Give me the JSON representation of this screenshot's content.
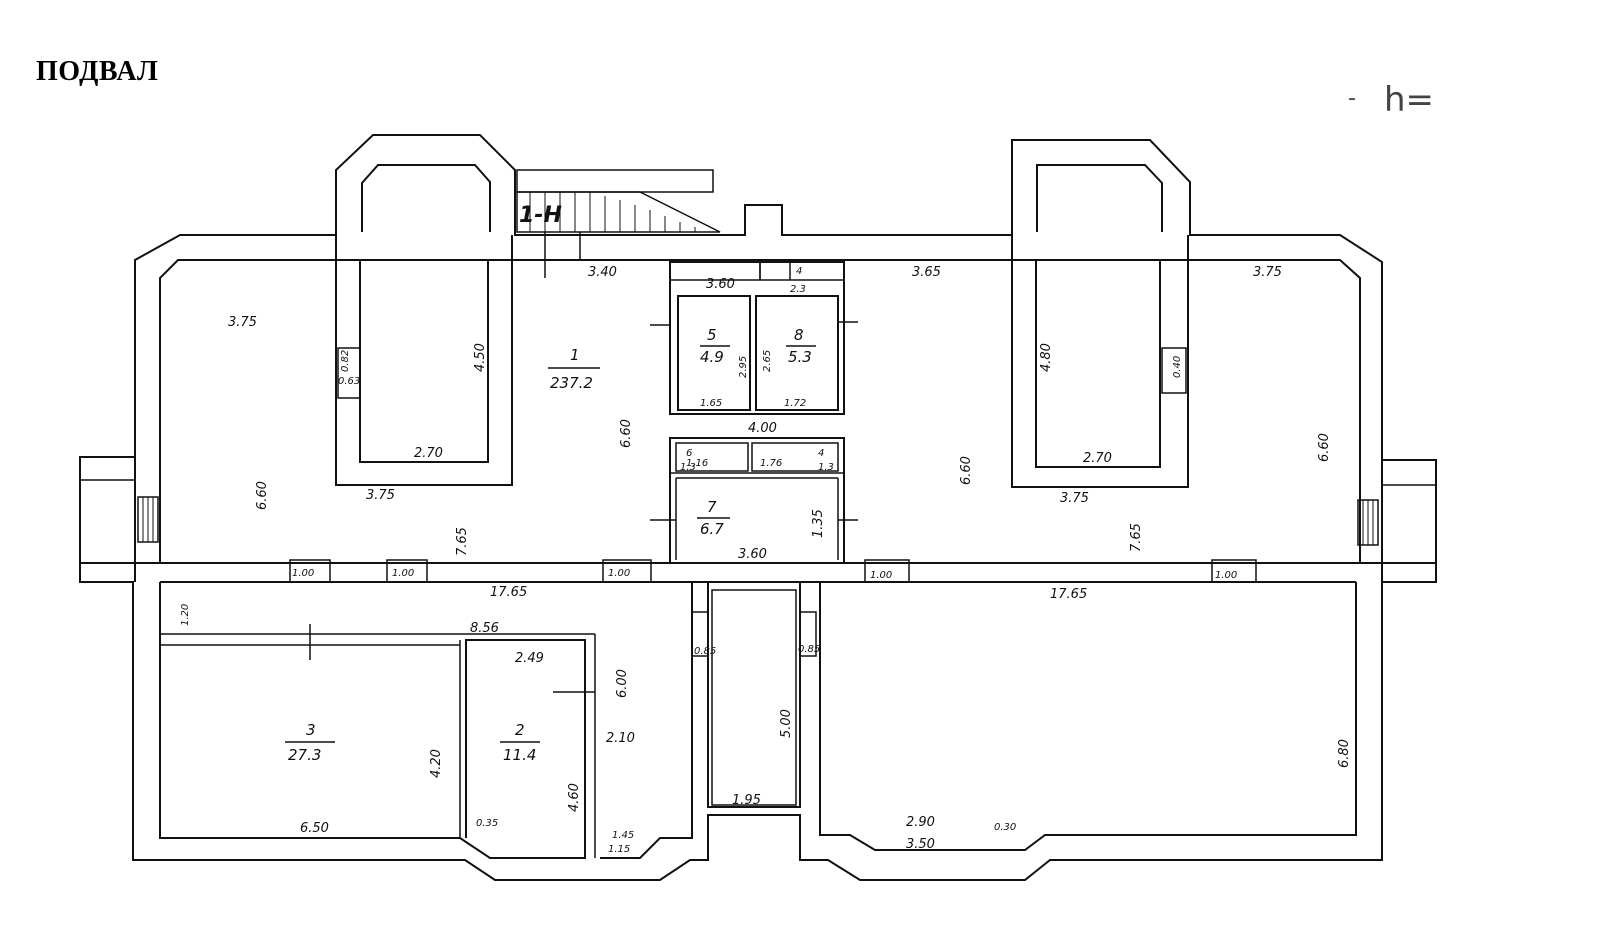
{
  "title": "ПОДВАЛ",
  "height_note": {
    "dash": "-",
    "label": "h="
  },
  "stair_label": "1-Н",
  "rooms": [
    {
      "number": "1",
      "area": "237.2"
    },
    {
      "number": "2",
      "area": "11.4"
    },
    {
      "number": "3",
      "area": "27.3"
    },
    {
      "number": "4",
      "area": "2.3"
    },
    {
      "number": "5",
      "area": "4.9"
    },
    {
      "number": "6",
      "area": "1.3"
    },
    {
      "number": "7",
      "area": "6.7"
    },
    {
      "number": "8",
      "area": "5.3"
    },
    {
      "number": "4",
      "area": "1.3"
    }
  ],
  "dimensions": {
    "d_340": "3.40",
    "d_360_top": "3.60",
    "d_365": "3.65",
    "d_375_r": "3.75",
    "d_375_tl": "3.75",
    "d_450": "4.50",
    "d_270_l": "2.70",
    "d_375_bl": "3.75",
    "d_660_l": "6.60",
    "d_765": "7.65",
    "d_660_c": "6.60",
    "d_295": "2.95",
    "d_265": "2.65",
    "d_165": "1.65",
    "d_172": "1.72",
    "d_400": "4.00",
    "d_660_cr": "6.60",
    "d_480": "4.80",
    "d_270_r": "2.70",
    "d_375_br": "3.75",
    "d_765_r": "7.65",
    "d_660_r": "6.60",
    "d_135": "1.35",
    "d_360_mid": "3.60",
    "d_1765_l": "17.65",
    "d_1765_r": "17.65",
    "d_100_a": "1.00",
    "d_100_b": "1.00",
    "d_100_c": "1.00",
    "d_100_d": "1.00",
    "d_100_e": "1.00",
    "d_120": "1.20",
    "d_856": "8.56",
    "d_249": "2.49",
    "d_600": "6.00",
    "d_210": "2.10",
    "d_420": "4.20",
    "d_460": "4.60",
    "d_650": "6.50",
    "d_500": "5.00",
    "d_195": "1.95",
    "d_680": "6.80",
    "d_290": "2.90",
    "d_350": "3.50",
    "d_115": "1.15",
    "d_145": "1.45",
    "d_116": "1.16",
    "d_176": "1.76",
    "d_082": "0.82",
    "d_063": "0.63",
    "d_085_a": "0.85",
    "d_085_b": "0.85",
    "d_035": "0.35",
    "d_030": "0.30",
    "d_040": "0.40"
  }
}
